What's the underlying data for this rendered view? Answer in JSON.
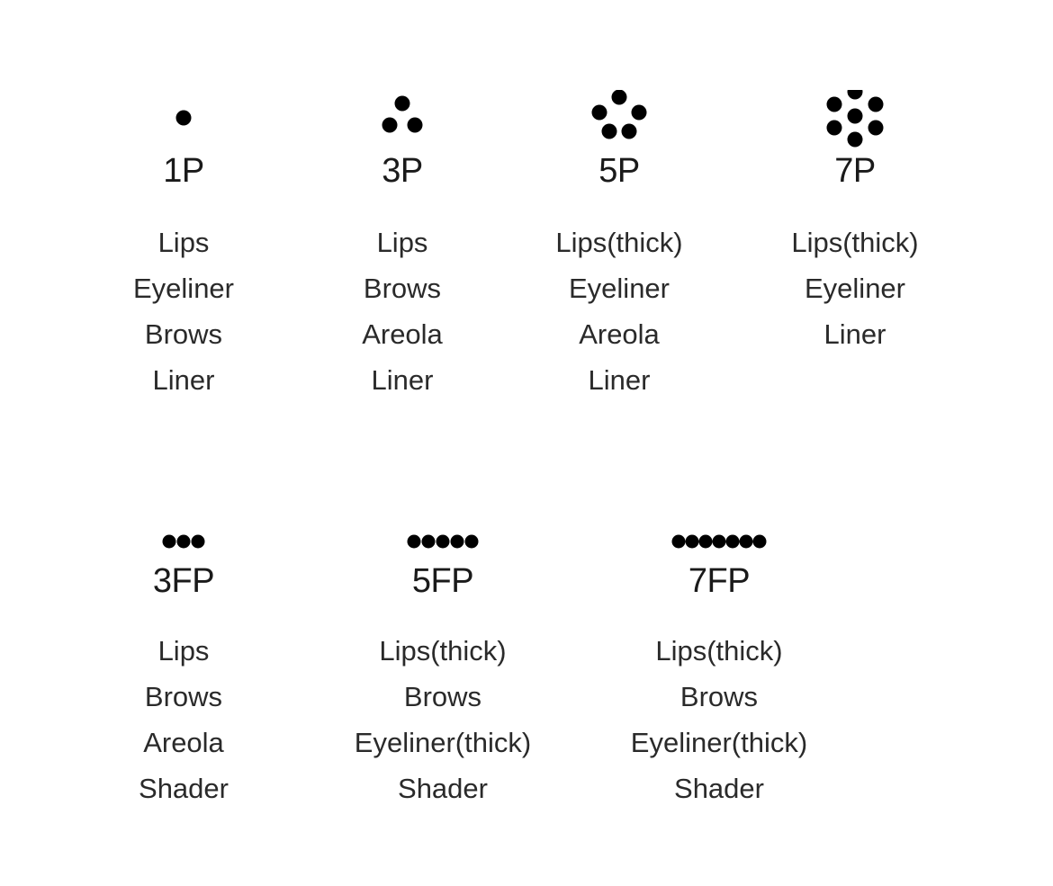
{
  "needles": [
    {
      "label": "1P",
      "pattern": "round-1",
      "uses": [
        "Lips",
        "Eyeliner",
        "Brows",
        "Liner"
      ]
    },
    {
      "label": "3P",
      "pattern": "round-3",
      "uses": [
        "Lips",
        "Brows",
        "Areola",
        "Liner"
      ]
    },
    {
      "label": "5P",
      "pattern": "round-5",
      "uses": [
        "Lips(thick)",
        "Eyeliner",
        "Areola",
        "Liner"
      ]
    },
    {
      "label": "7P",
      "pattern": "round-7",
      "uses": [
        "Lips(thick)",
        "Eyeliner",
        "Liner"
      ]
    },
    {
      "label": "3FP",
      "pattern": "flat-3",
      "uses": [
        "Lips",
        "Brows",
        "Areola",
        "Shader"
      ]
    },
    {
      "label": "5FP",
      "pattern": "flat-5",
      "uses": [
        "Lips(thick)",
        "Brows",
        "Eyeliner(thick)",
        "Shader"
      ]
    },
    {
      "label": "7FP",
      "pattern": "flat-7",
      "uses": [
        "Lips(thick)",
        "Brows",
        "Eyeliner(thick)",
        "Shader"
      ]
    }
  ],
  "colors": {
    "dot": "#000000",
    "text": "#1a1a1a"
  }
}
